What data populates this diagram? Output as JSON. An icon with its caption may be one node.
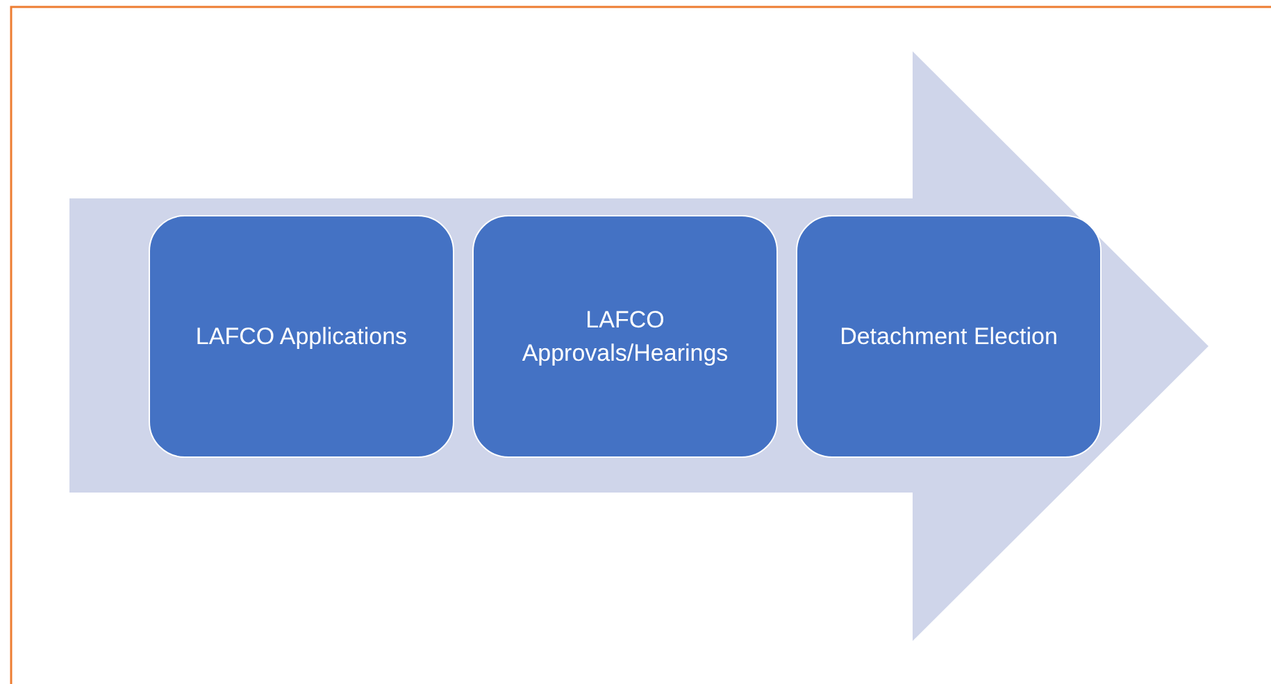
{
  "diagram": {
    "nodes": [
      {
        "text": [],
        "shape": "arrow"
      },
      {
        "text": [
          "LAFCO Applications"
        ],
        "in": 0
      },
      {
        "text": [
          "LAFCO Approvals/Hearings"
        ],
        "in": 0
      },
      {
        "text": [
          "Detachment Election"
        ],
        "in": 0
      }
    ],
    "edges": []
  }
}
